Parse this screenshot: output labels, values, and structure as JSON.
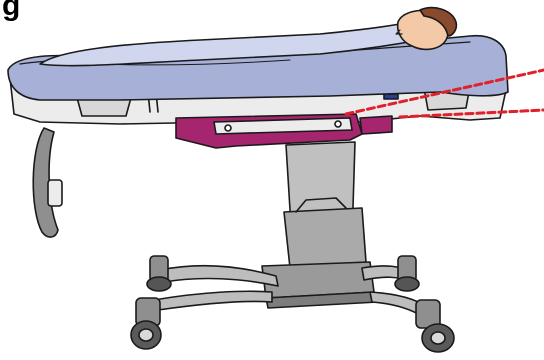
{
  "figure": {
    "label": "g"
  },
  "colors": {
    "mattress": "#a7b1d8",
    "mattress_dark": "#8e99c8",
    "frame": "#ececec",
    "column": "#b8b8b8",
    "column_dark": "#8f8f8f",
    "bumper": "#a5256f",
    "angle_line": "#e0202a",
    "outline": "#1a1a1a",
    "skin": "#f3c9a8",
    "hair": "#8a4a2e"
  },
  "icons": [
    "stretcher-illustration",
    "patient-figure",
    "tilt-angle-lines",
    "caster-wheel"
  ]
}
